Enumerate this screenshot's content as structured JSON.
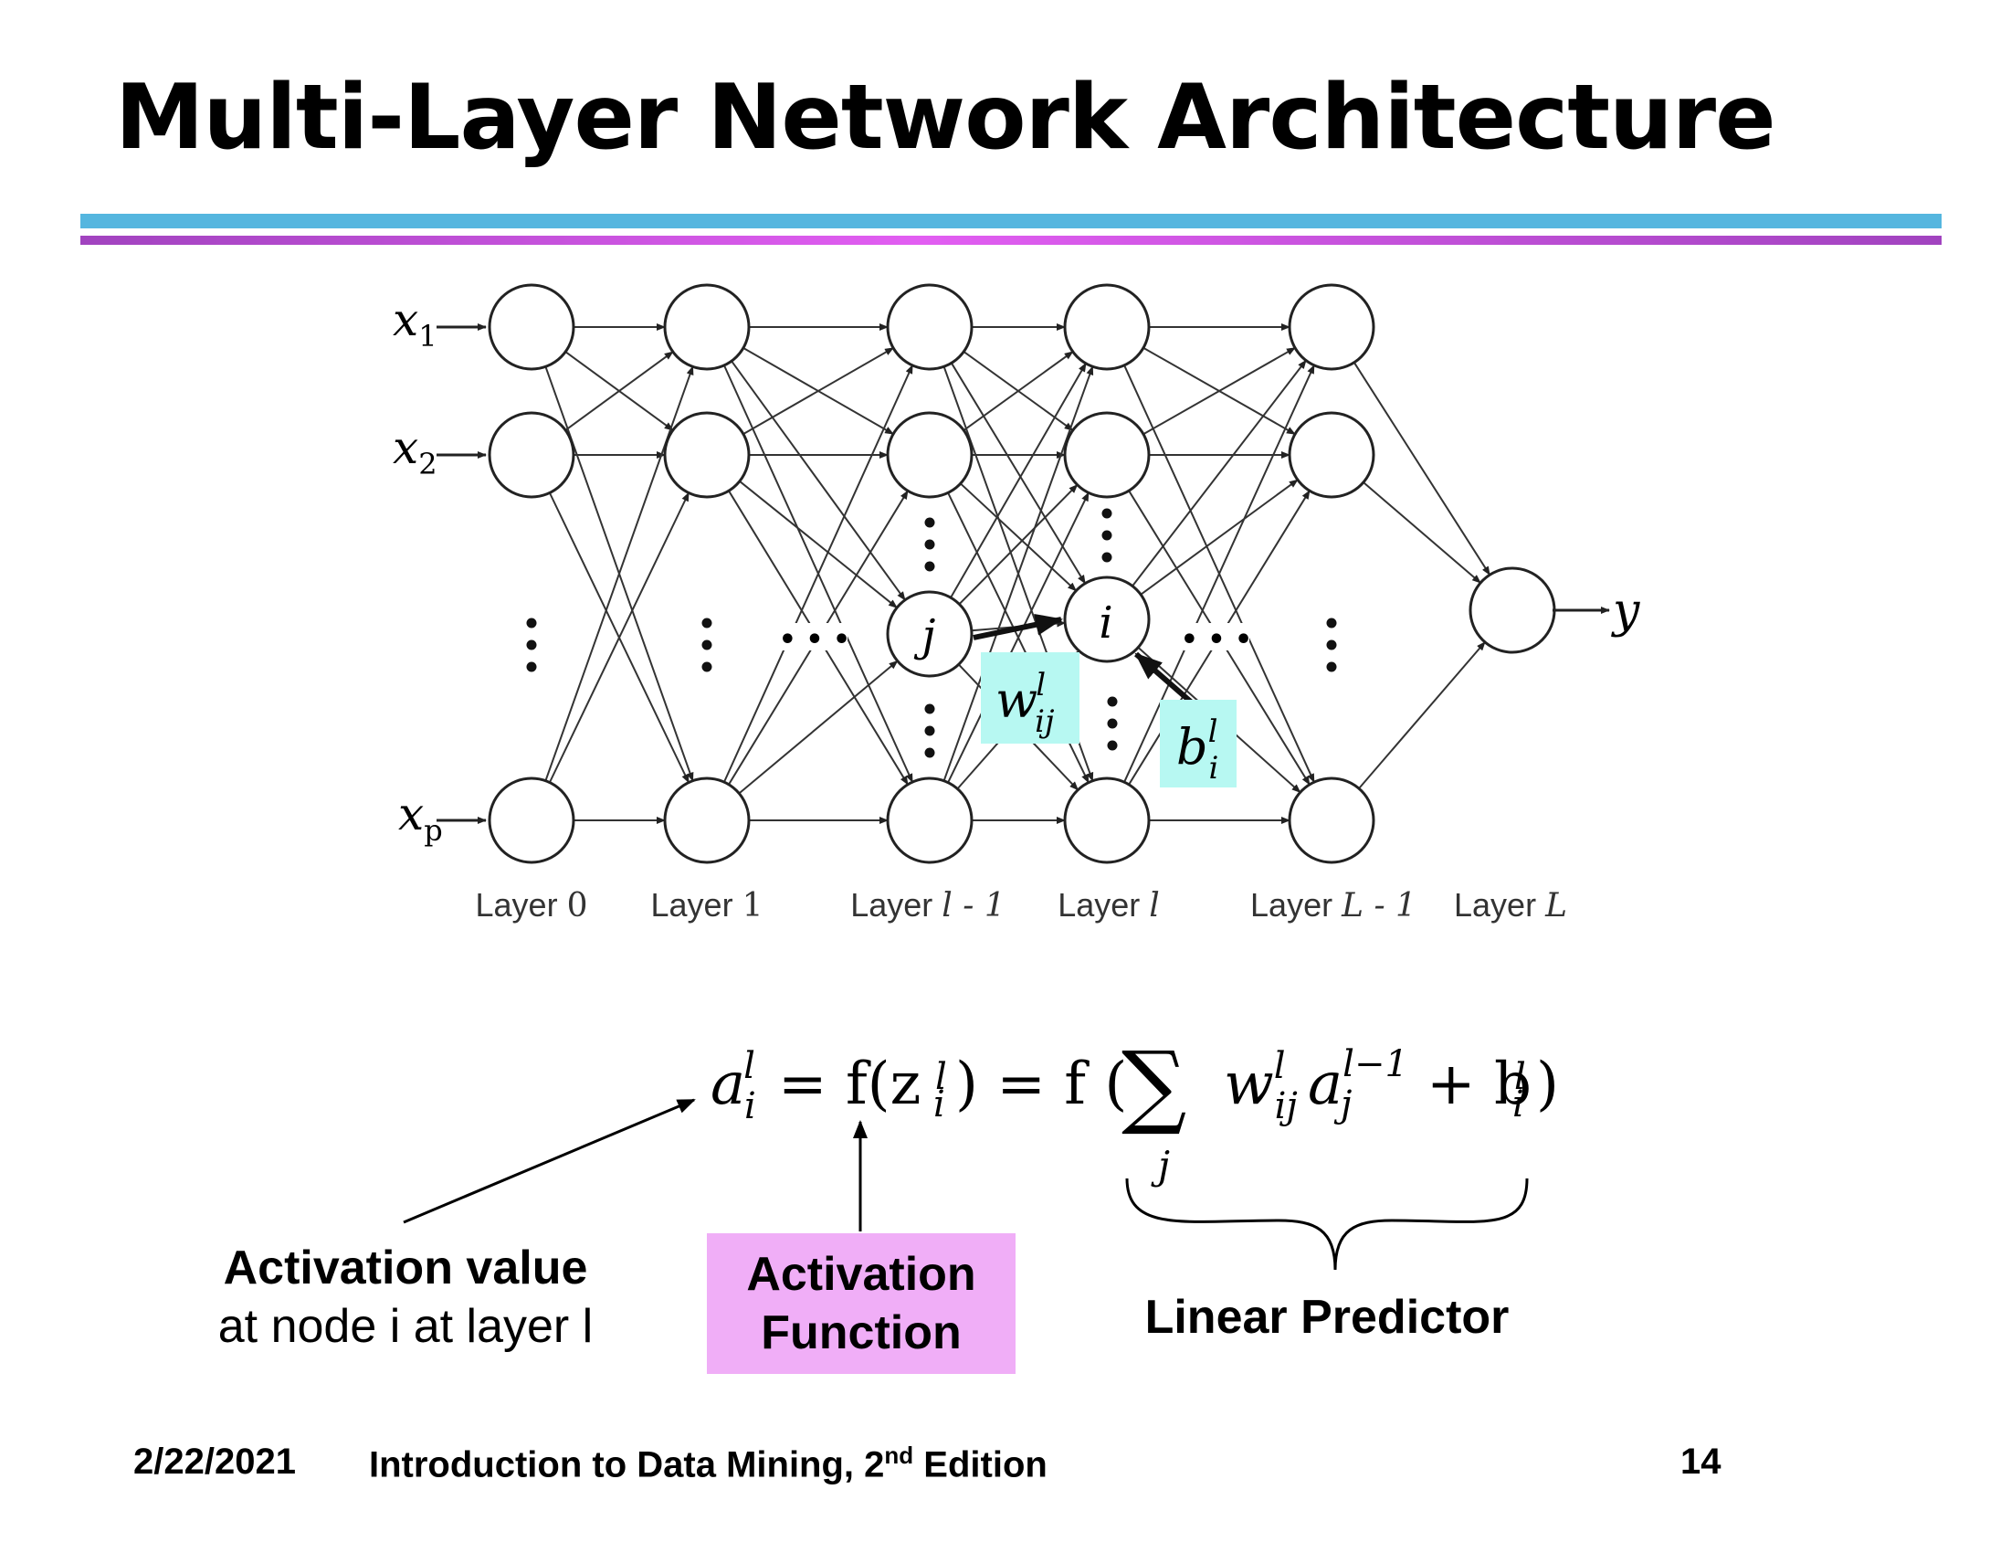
{
  "title": "Multi-Layer Network Architecture",
  "diagram": {
    "inputs": [
      {
        "var": "x",
        "sub": "1"
      },
      {
        "var": "x",
        "sub": "2"
      },
      {
        "var": "x",
        "sub": "p"
      }
    ],
    "output": "y",
    "node_labels": {
      "j": "j",
      "i": "i"
    },
    "weight_label": {
      "var": "w",
      "sup": "l",
      "sub": "ij"
    },
    "bias_label": {
      "var": "b",
      "sup": "l",
      "sub": "i"
    },
    "layers": [
      {
        "prefix": "Layer ",
        "index": "0"
      },
      {
        "prefix": "Layer ",
        "index": "1"
      },
      {
        "prefix": "Layer ",
        "index": "l - 1"
      },
      {
        "prefix": "Layer ",
        "index": "l"
      },
      {
        "prefix": "Layer ",
        "index": "L - 1"
      },
      {
        "prefix": "Layer ",
        "index": "L"
      }
    ],
    "ellipsis": "• • •"
  },
  "formula": {
    "lhs": "a",
    "eq1": "= f(z",
    "eq2": ") = f (",
    "sum": "∑",
    "sum_index": "j",
    "term1": "w",
    "term2": "a",
    "plus": "+ b",
    "close": ")",
    "sup_l": "l",
    "sup_lm1": "l−1",
    "sub_i": "i",
    "sub_ij": "ij",
    "sub_j": "j"
  },
  "callouts": {
    "activation_value_bold": "Activation value",
    "activation_value_rest": "at node i at layer l",
    "activation_function_line1": "Activation",
    "activation_function_line2": "Function",
    "linear_predictor": "Linear Predictor"
  },
  "footer": {
    "date": "2/22/2021",
    "book_prefix": "Introduction to Data Mining, 2",
    "book_sup": "nd",
    "book_suffix": " Edition",
    "page": "14"
  },
  "colors": {
    "label_box": "#b7f8f2",
    "function_box": "#f0aef7",
    "rule_blue": "#55b6df",
    "rule_purple": "#e25ef2"
  }
}
